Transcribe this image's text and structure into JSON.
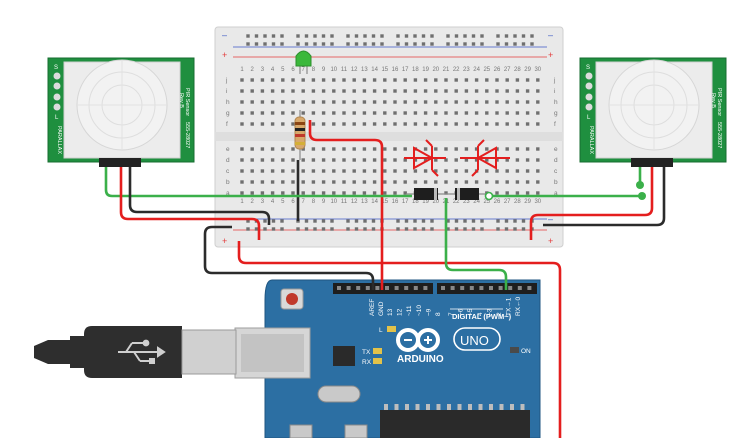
{
  "colors": {
    "breadboard": "#e9e9e9",
    "breadboard_border": "#cfcfcf",
    "hole": "#6f6f6f",
    "rail_red": "#e33b3b",
    "rail_blue": "#3b56c4",
    "pir_board": "#1f8f3f",
    "pir_dome": "#efefef",
    "wire_red": "#e41e1e",
    "wire_black": "#2b2b2b",
    "wire_green": "#3bb04a",
    "arduino": "#2c6fa3",
    "led_green": "#3bb83b",
    "cable": "#2e2e2e"
  },
  "breadboard": {
    "columns": [
      "1",
      "2",
      "3",
      "4",
      "5",
      "6",
      "7",
      "8",
      "9",
      "10",
      "11",
      "12",
      "13",
      "14",
      "15",
      "16",
      "17",
      "18",
      "19",
      "20",
      "21",
      "22",
      "23",
      "24",
      "25",
      "26",
      "27",
      "28",
      "29",
      "30"
    ],
    "top_rows": [
      "j",
      "i",
      "h",
      "g",
      "f"
    ],
    "bottom_rows": [
      "e",
      "d",
      "c",
      "b",
      "a"
    ],
    "plus_sign": "+",
    "minus_sign": "–"
  },
  "pir_left": {
    "text_main": "PIR Sensor",
    "text_rev": "Rev B",
    "text_part": "555-28027",
    "text_brand": "PARALLAX",
    "pin_s": "S",
    "pin_l": "L"
  },
  "pir_right": {
    "text_main": "PIR Sensor",
    "text_rev": "Rev B",
    "text_part": "555-28027",
    "text_brand": "PARALLAX",
    "pin_s": "S",
    "pin_l": "L"
  },
  "arduino": {
    "aref": "AREF",
    "gnd": "GND",
    "pins_left": [
      "13",
      "12",
      "~11",
      "~10",
      "~9",
      "8"
    ],
    "pins_right": [
      "7",
      "~6",
      "~5",
      "4",
      "~3",
      "2",
      "TX→1",
      "RX←0"
    ],
    "digital_label": "DIGITAL (PWM~)",
    "led_l": "L",
    "led_tx": "TX",
    "led_rx": "RX",
    "brand": "ARDUINO",
    "model": "UNO",
    "on_label": "ON"
  }
}
